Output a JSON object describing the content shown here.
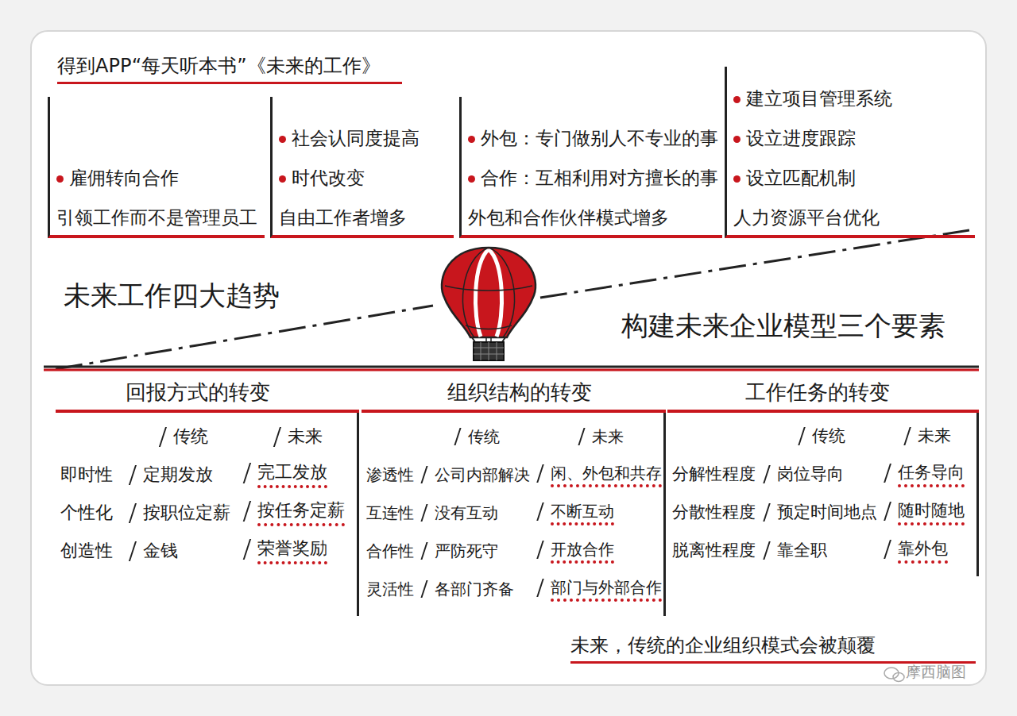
{
  "diagram": {
    "title": "得到APP“每天听本书”《未来的工作》",
    "nodes": [
      {
        "text": [
          "雇佣转向合作",
          "引领工作而不是管理员工"
        ]
      },
      {
        "text": [
          "社会认同度提高",
          "时代改变",
          "自由工作者增多"
        ]
      },
      {
        "text": [
          "外包：专门做别人不专业的事",
          "合作：互相利用对方擅长的事",
          "外包和合作伙伴模式增多"
        ]
      },
      {
        "text": [
          "建立项目管理系统",
          "设立进度跟踪",
          "设立匹配机制",
          "人力资源平台优化"
        ]
      },
      {
        "text": [
          "回报方式的转变",
          "传统",
          "未来",
          "即时性",
          "定期发放",
          "完工发放",
          "个性化",
          "按职位定薪",
          "按任务定薪",
          "创造性",
          "金钱",
          "荣誉奖励"
        ]
      },
      {
        "text": [
          "组织结构的转变",
          "传统",
          "未来",
          "渗透性",
          "公司内部解决",
          "闲、外包和共存",
          "互连性",
          "没有互动",
          "不断互动",
          "合作性",
          "严防死守",
          "开放合作",
          "灵活性",
          "各部门齐备",
          "部门与外部合作"
        ]
      },
      {
        "text": [
          "工作任务的转变",
          "传统",
          "未来",
          "分解性程度",
          "岗位导向",
          "任务导向",
          "分散性程度",
          "预定时间地点",
          "随时随地",
          "脱离性程度",
          "靠全职",
          "靠外包"
        ]
      }
    ],
    "labels": [
      "未来工作四大趋势",
      "构建未来企业模型三个要素",
      "未来，传统的企业组织模式会被颠覆",
      "摩西脑图"
    ]
  }
}
